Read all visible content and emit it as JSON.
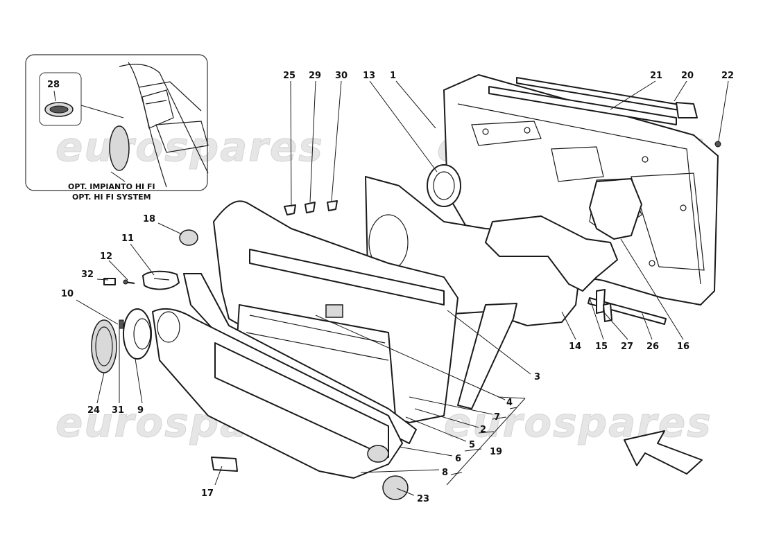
{
  "watermark": "eurospares",
  "inset": {
    "caption_line1": "OPT. IMPIANTO HI FI",
    "caption_line2": "OPT. HI FI SYSTEM",
    "part_number": "28"
  },
  "callouts": [
    {
      "id": "1"
    },
    {
      "id": "2"
    },
    {
      "id": "3"
    },
    {
      "id": "4"
    },
    {
      "id": "5"
    },
    {
      "id": "6"
    },
    {
      "id": "7"
    },
    {
      "id": "8"
    },
    {
      "id": "9"
    },
    {
      "id": "10"
    },
    {
      "id": "11"
    },
    {
      "id": "12"
    },
    {
      "id": "13"
    },
    {
      "id": "14"
    },
    {
      "id": "15"
    },
    {
      "id": "16"
    },
    {
      "id": "17"
    },
    {
      "id": "18"
    },
    {
      "id": "19"
    },
    {
      "id": "20"
    },
    {
      "id": "21"
    },
    {
      "id": "22"
    },
    {
      "id": "23"
    },
    {
      "id": "24"
    },
    {
      "id": "25"
    },
    {
      "id": "26"
    },
    {
      "id": "27"
    },
    {
      "id": "29"
    },
    {
      "id": "30"
    },
    {
      "id": "31"
    },
    {
      "id": "32"
    }
  ]
}
